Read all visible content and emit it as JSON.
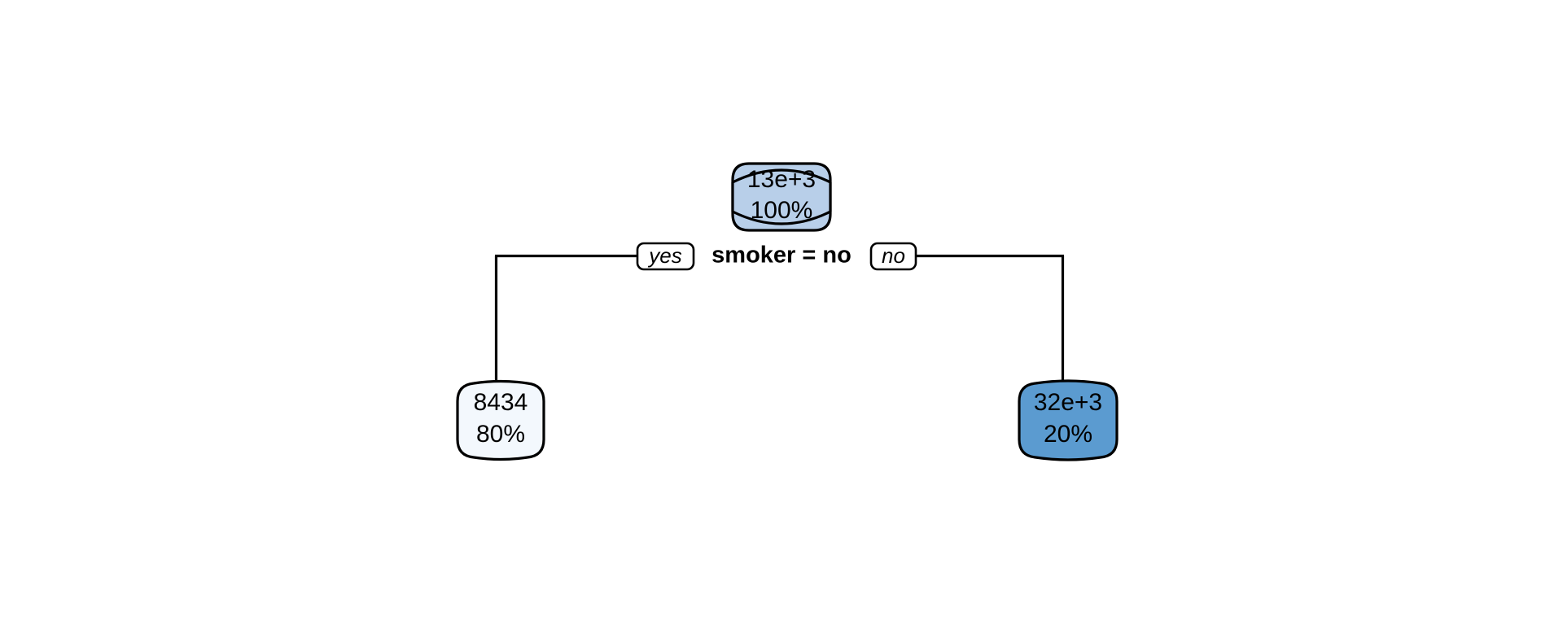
{
  "diagram": {
    "type": "decision-tree",
    "title": "",
    "background_color": "#ffffff",
    "outline_color": "#000000"
  },
  "root": {
    "id": "root",
    "value": "13e+3",
    "percent": "100%",
    "fill_color": "#b8cfe9",
    "split_label": "smoker = no"
  },
  "branches": {
    "left_label": "yes",
    "right_label": "no"
  },
  "leaves": [
    {
      "id": "leaf-left",
      "value": "8434",
      "percent": "80%",
      "fill_color": "#f3f8fd",
      "branch": "yes"
    },
    {
      "id": "leaf-right",
      "value": "32e+3",
      "percent": "20%",
      "fill_color": "#5b9bd0",
      "branch": "no"
    }
  ]
}
